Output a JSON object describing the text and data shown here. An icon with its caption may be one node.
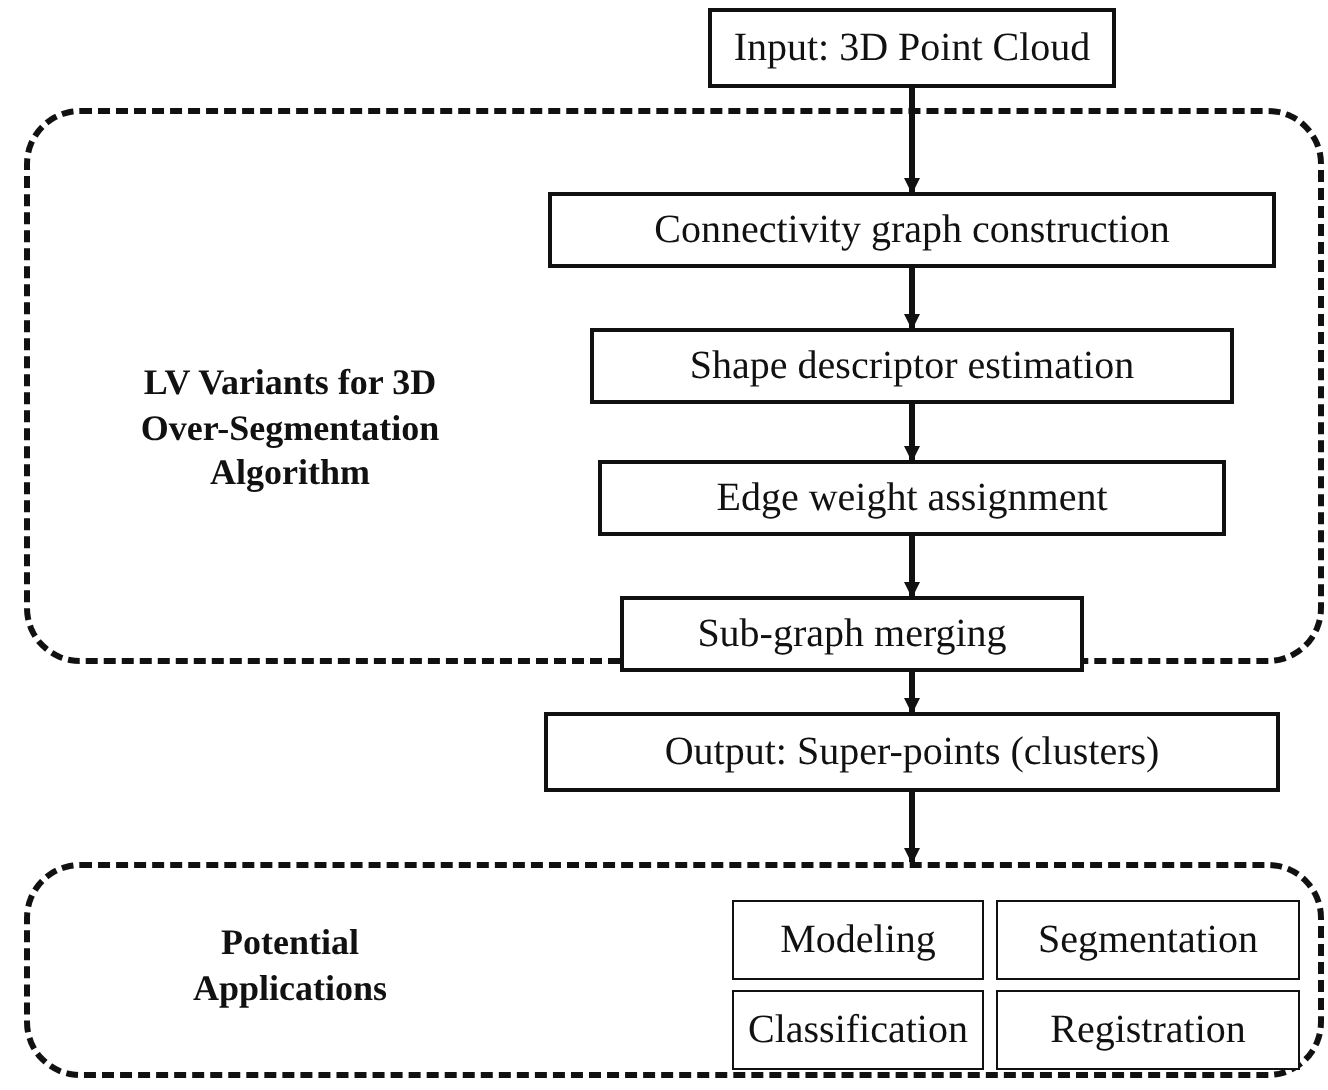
{
  "diagram": {
    "nodes": [
      {
        "text": [
          "Input: 3D Point Cloud"
        ]
      },
      {
        "text": [
          "LV Variants for 3D Over-Segmentation Algorithm"
        ]
      },
      {
        "text": [
          "Connectivity graph construction"
        ],
        "in": 1
      },
      {
        "text": [
          "Shape descriptor estimation"
        ],
        "in": 1
      },
      {
        "text": [
          "Edge weight assignment"
        ],
        "in": 1
      },
      {
        "text": [
          "Sub-graph merging"
        ],
        "in": 1
      },
      {
        "text": [
          "Output: Super-points (clusters)"
        ]
      },
      {
        "text": [
          "Potential Applications"
        ]
      },
      {
        "text": [
          "Modeling"
        ],
        "in": 7
      },
      {
        "text": [
          "Segmentation"
        ],
        "in": 7
      },
      {
        "text": [
          "Classification"
        ],
        "in": 7
      },
      {
        "text": [
          "Registration"
        ],
        "in": 7
      }
    ],
    "edges": [
      {
        "from": 0,
        "to": 2,
        "arrow": "to"
      },
      {
        "from": 2,
        "to": 3,
        "arrow": "to"
      },
      {
        "from": 3,
        "to": 4,
        "arrow": "to"
      },
      {
        "from": 4,
        "to": 5,
        "arrow": "to"
      },
      {
        "from": 5,
        "to": 6,
        "arrow": "to"
      },
      {
        "from": 6,
        "to": 7,
        "arrow": "to"
      }
    ]
  }
}
